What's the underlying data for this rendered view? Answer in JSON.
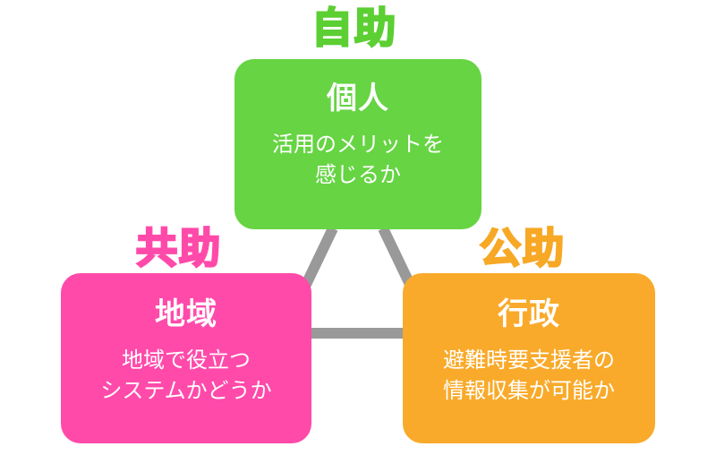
{
  "labels": {
    "top": "自助",
    "left": "共助",
    "right": "公助"
  },
  "boxes": {
    "top": {
      "title": "個人",
      "line1": "活用のメリットを",
      "line2": "感じるか"
    },
    "left": {
      "title": "地域",
      "line1": "地域で役立つ",
      "line2": "システムかどうか"
    },
    "right": {
      "title": "行政",
      "line1": "避難時要支援者の",
      "line2": "情報収集が可能か"
    }
  },
  "colors": {
    "top": "#66d443",
    "left": "#ff4aaa",
    "right": "#f9aa2a",
    "connector": "#999999"
  }
}
